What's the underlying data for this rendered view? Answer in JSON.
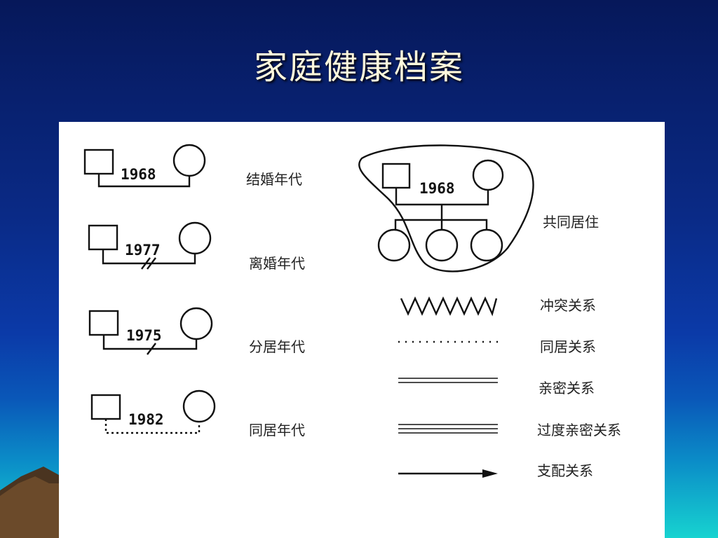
{
  "slide": {
    "title": "家庭健康档案"
  },
  "marriage_symbols": [
    {
      "year": "1968",
      "label": "结婚年代"
    },
    {
      "year": "1977",
      "label": "离婚年代"
    },
    {
      "year": "1975",
      "label": "分居年代"
    },
    {
      "year": "1982",
      "label": "同居年代"
    }
  ],
  "household": {
    "year": "1968",
    "label": "共同居住"
  },
  "relation_lines": [
    {
      "label": "冲突关系",
      "style": "zigzag"
    },
    {
      "label": "同居关系",
      "style": "dotted"
    },
    {
      "label": "亲密关系",
      "style": "double"
    },
    {
      "label": "过度亲密关系",
      "style": "triple"
    },
    {
      "label": "支配关系",
      "style": "arrow"
    }
  ],
  "colors": {
    "title": "#fff8dc",
    "panel": "#ffffff",
    "ink": "#111111"
  }
}
